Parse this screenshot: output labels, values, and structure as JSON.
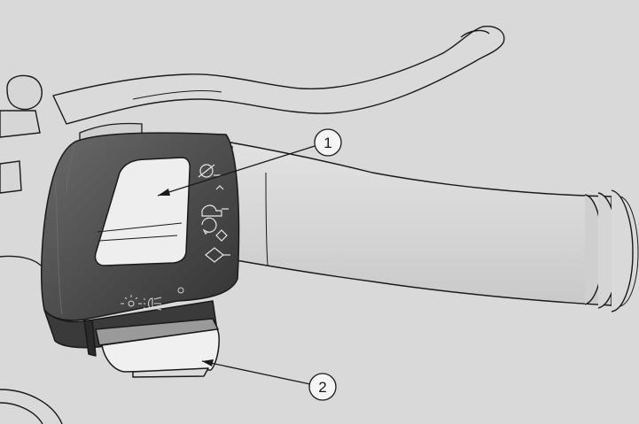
{
  "callouts": [
    {
      "id": "1",
      "label": "1"
    },
    {
      "id": "2",
      "label": "2"
    }
  ],
  "colors": {
    "background": "#d9d9d9",
    "outline": "#1a1a1a",
    "housing_dark": "#3f3f3f",
    "housing_mid": "#5c5c5c",
    "switch_face": "#eeeeee",
    "handlebar": "#d2d2d2"
  },
  "icons": {
    "engine_stop": "engine-stop-icon",
    "engine_run": "engine-run-icon",
    "start": "start-icon",
    "high_beam": "high-beam-icon",
    "low_beam": "low-beam-icon"
  }
}
